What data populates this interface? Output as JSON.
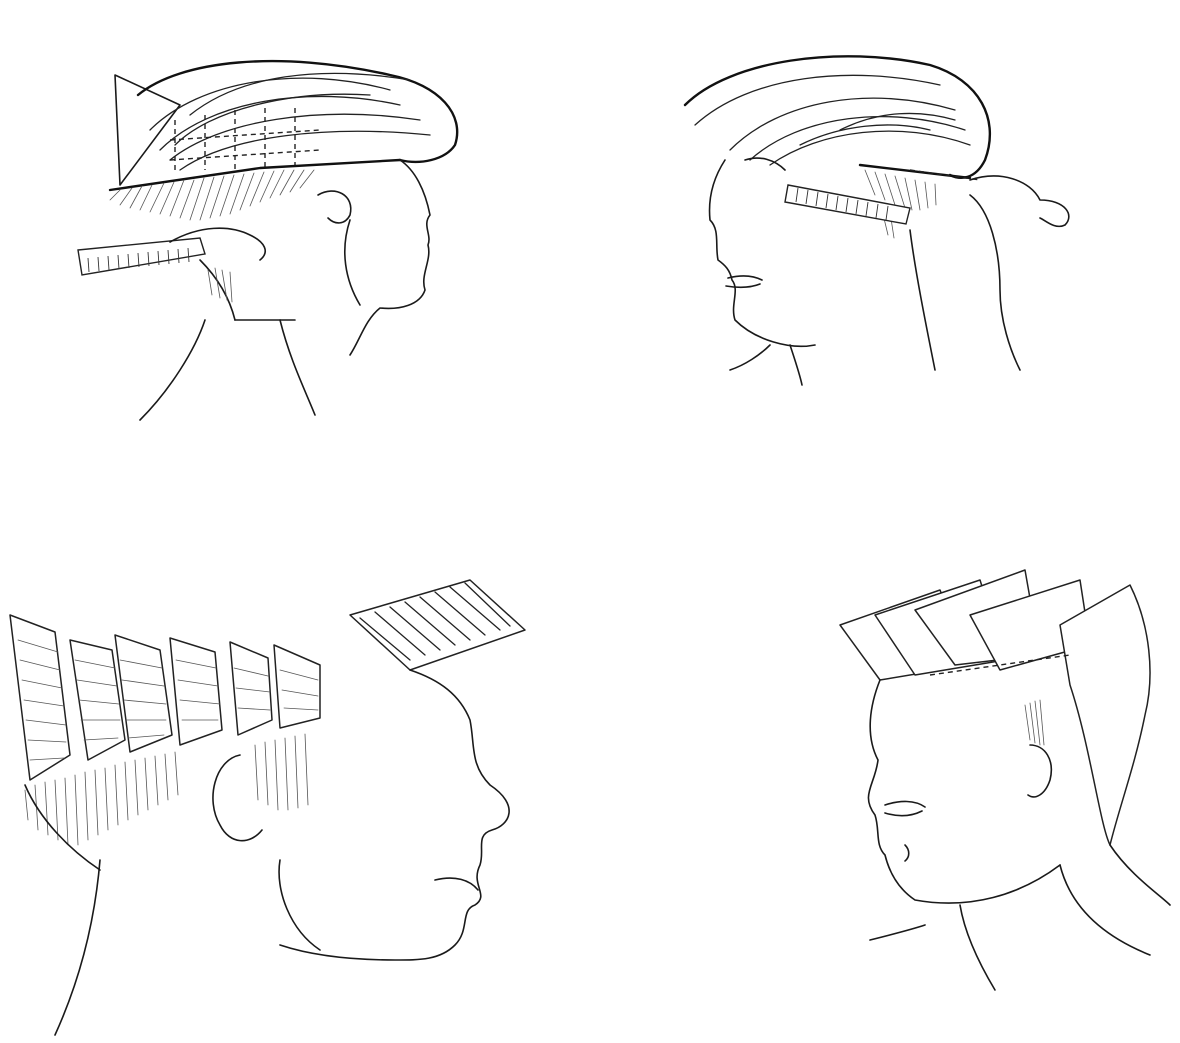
{
  "figure": {
    "panels": [
      {
        "name": "panel-1",
        "subject": "profile-right-comb-sectioning"
      },
      {
        "name": "panel-2",
        "subject": "three-quarter-left-comb-sectioning"
      },
      {
        "name": "panel-3",
        "subject": "profile-right-sectioned-panels"
      },
      {
        "name": "panel-4",
        "subject": "three-quarter-left-elevated-sections"
      }
    ],
    "colors": {
      "ink": "#1a1a1a",
      "paper": "#ffffff"
    }
  }
}
